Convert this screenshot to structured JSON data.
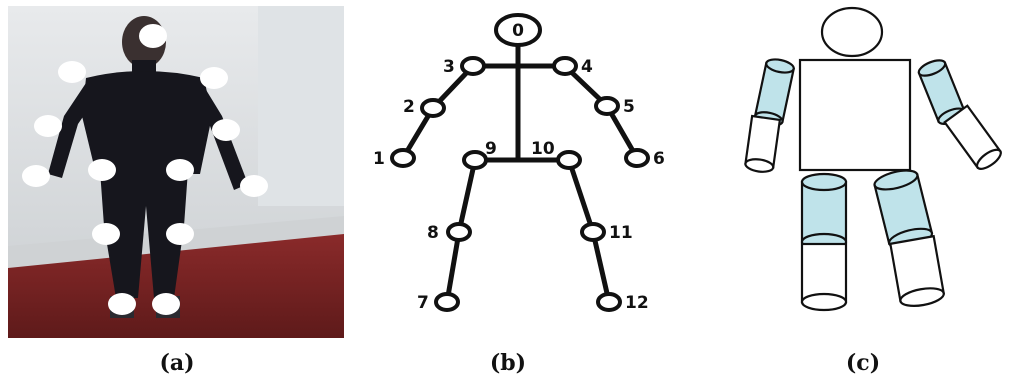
{
  "captions": {
    "a": "(a)",
    "b": "(b)",
    "c": "(c)"
  },
  "skeleton": {
    "joints": [
      {
        "id": "0",
        "label": "0"
      },
      {
        "id": "1",
        "label": "1"
      },
      {
        "id": "2",
        "label": "2"
      },
      {
        "id": "3",
        "label": "3"
      },
      {
        "id": "4",
        "label": "4"
      },
      {
        "id": "5",
        "label": "5"
      },
      {
        "id": "6",
        "label": "6"
      },
      {
        "id": "7",
        "label": "7"
      },
      {
        "id": "8",
        "label": "8"
      },
      {
        "id": "9",
        "label": "9"
      },
      {
        "id": "10",
        "label": "10"
      },
      {
        "id": "11",
        "label": "11"
      },
      {
        "id": "12",
        "label": "12"
      }
    ],
    "bones": [
      [
        "0",
        "3"
      ],
      [
        "0",
        "4"
      ],
      [
        "3",
        "2"
      ],
      [
        "2",
        "1"
      ],
      [
        "4",
        "5"
      ],
      [
        "5",
        "6"
      ],
      [
        "9",
        "10"
      ],
      [
        "9",
        "8"
      ],
      [
        "8",
        "7"
      ],
      [
        "10",
        "11"
      ],
      [
        "11",
        "12"
      ]
    ]
  },
  "colors": {
    "limb_fill": "#bfe3ea",
    "outline": "#111111",
    "marker": "#ffffff",
    "suit": "#15151c",
    "carpet": "#7a2424",
    "wall": "#d9dde0"
  }
}
